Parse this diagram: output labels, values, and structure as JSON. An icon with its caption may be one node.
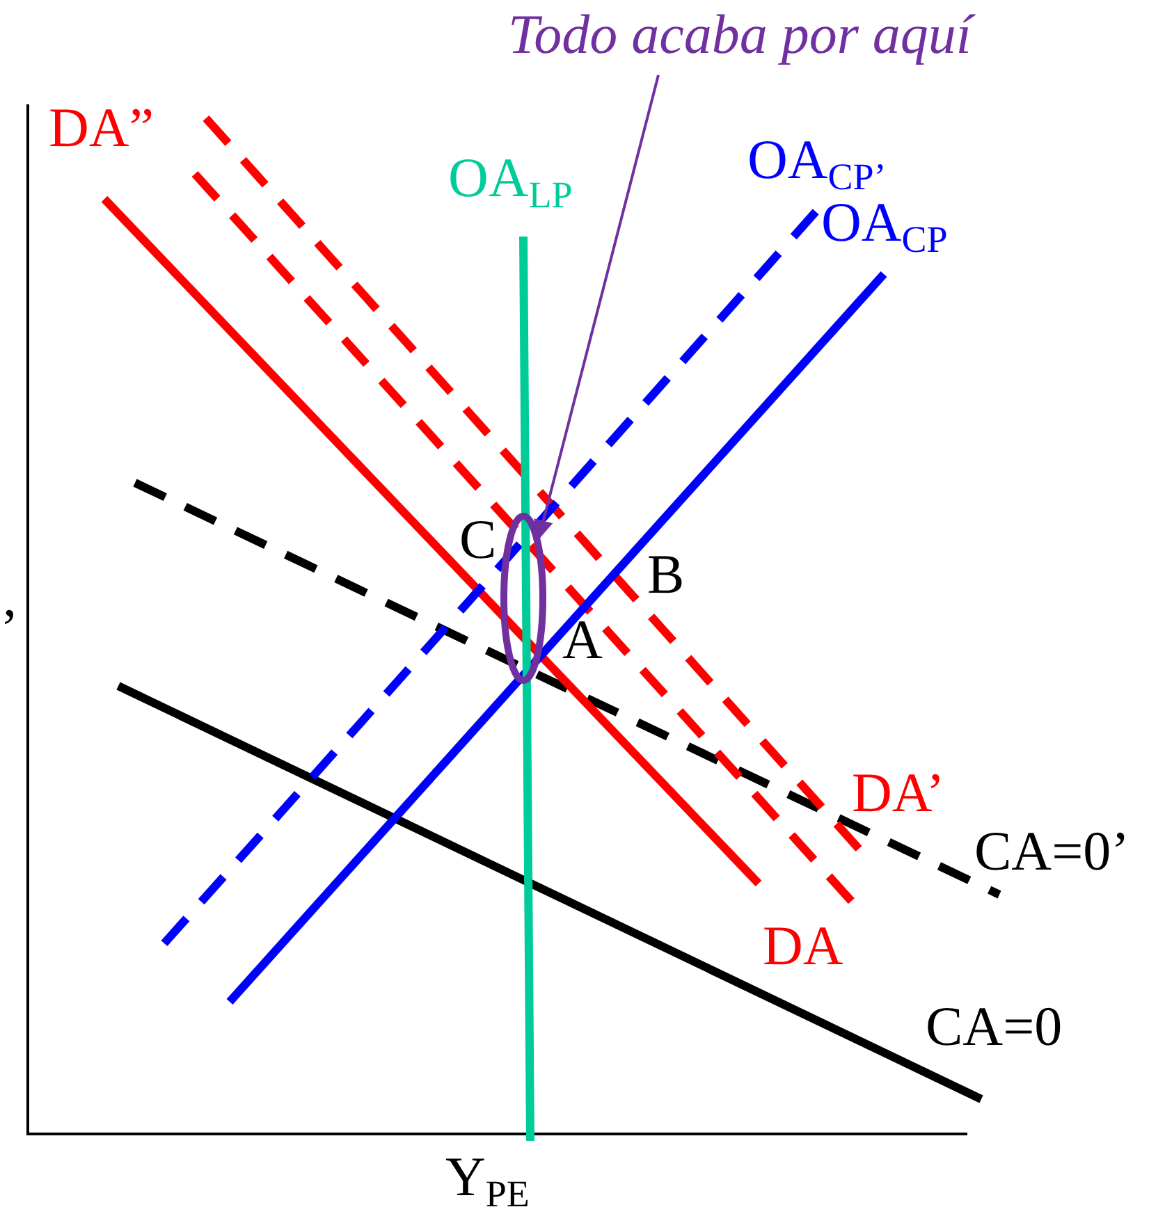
{
  "diagram": {
    "nodes": [
      {
        "text": [
          "Todo acaba por aquí"
        ]
      },
      {
        "text": [],
        "shape": "ellipse"
      }
    ],
    "edges": [
      {
        "from": 0,
        "to": 1,
        "arrow": "to"
      }
    ],
    "labels": [
      "DA”",
      "OA$_{LP}$",
      "OA$_{CP’}$",
      "OA$_{CP}$",
      "’",
      "C",
      "B",
      "A",
      "DA’",
      "CA=0’",
      "DA",
      "CA=0",
      "Y$_{PE}$"
    ]
  }
}
